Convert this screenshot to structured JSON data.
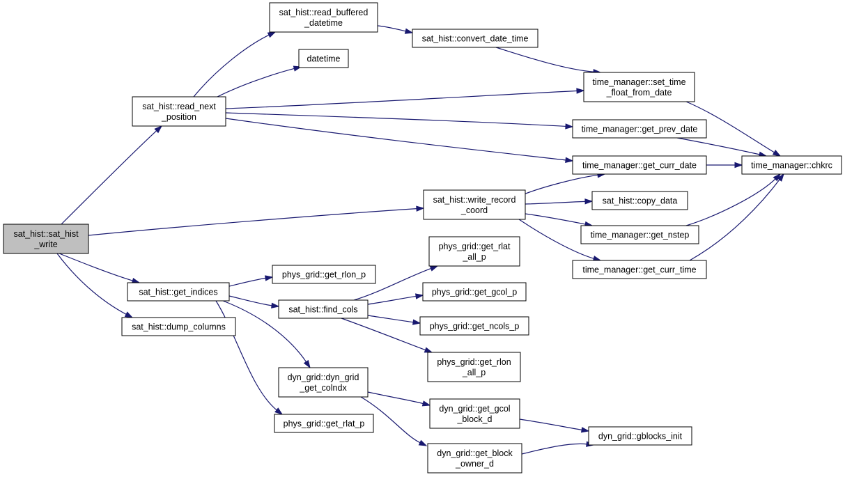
{
  "nodes": [
    {
      "id": "sat_hist_write",
      "lines": [
        "sat_hist::sat_hist",
        "_write"
      ],
      "root": true
    },
    {
      "id": "read_next_position",
      "lines": [
        "sat_hist::read_next",
        "_position"
      ]
    },
    {
      "id": "read_buffered_datetime",
      "lines": [
        "sat_hist::read_buffered",
        "_datetime"
      ]
    },
    {
      "id": "datetime",
      "lines": [
        "datetime"
      ]
    },
    {
      "id": "convert_date_time",
      "lines": [
        "sat_hist::convert_date_time"
      ]
    },
    {
      "id": "set_time_float_from_date",
      "lines": [
        "time_manager::set_time",
        "_float_from_date"
      ]
    },
    {
      "id": "get_prev_date",
      "lines": [
        "time_manager::get_prev_date"
      ]
    },
    {
      "id": "get_curr_date",
      "lines": [
        "time_manager::get_curr_date"
      ]
    },
    {
      "id": "chkrc",
      "lines": [
        "time_manager::chkrc"
      ]
    },
    {
      "id": "write_record_coord",
      "lines": [
        "sat_hist::write_record",
        "_coord"
      ]
    },
    {
      "id": "copy_data",
      "lines": [
        "sat_hist::copy_data"
      ]
    },
    {
      "id": "get_nstep",
      "lines": [
        "time_manager::get_nstep"
      ]
    },
    {
      "id": "get_curr_time",
      "lines": [
        "time_manager::get_curr_time"
      ]
    },
    {
      "id": "get_indices",
      "lines": [
        "sat_hist::get_indices"
      ]
    },
    {
      "id": "dump_columns",
      "lines": [
        "sat_hist::dump_columns"
      ]
    },
    {
      "id": "get_rlon_p",
      "lines": [
        "phys_grid::get_rlon_p"
      ]
    },
    {
      "id": "find_cols",
      "lines": [
        "sat_hist::find_cols"
      ]
    },
    {
      "id": "get_rlat_all_p",
      "lines": [
        "phys_grid::get_rlat",
        "_all_p"
      ]
    },
    {
      "id": "get_gcol_p",
      "lines": [
        "phys_grid::get_gcol_p"
      ]
    },
    {
      "id": "get_ncols_p",
      "lines": [
        "phys_grid::get_ncols_p"
      ]
    },
    {
      "id": "get_rlon_all_p",
      "lines": [
        "phys_grid::get_rlon",
        "_all_p"
      ]
    },
    {
      "id": "dyn_grid_get_colndx",
      "lines": [
        "dyn_grid::dyn_grid",
        "_get_colndx"
      ]
    },
    {
      "id": "get_rlat_p",
      "lines": [
        "phys_grid::get_rlat_p"
      ]
    },
    {
      "id": "get_gcol_block_d",
      "lines": [
        "dyn_grid::get_gcol",
        "_block_d"
      ]
    },
    {
      "id": "get_block_owner_d",
      "lines": [
        "dyn_grid::get_block",
        "_owner_d"
      ]
    },
    {
      "id": "gblocks_init",
      "lines": [
        "dyn_grid::gblocks_init"
      ]
    }
  ],
  "edges": [
    [
      "sat_hist_write",
      "read_next_position"
    ],
    [
      "sat_hist_write",
      "write_record_coord"
    ],
    [
      "sat_hist_write",
      "get_indices"
    ],
    [
      "sat_hist_write",
      "dump_columns"
    ],
    [
      "read_next_position",
      "read_buffered_datetime"
    ],
    [
      "read_next_position",
      "datetime"
    ],
    [
      "read_next_position",
      "set_time_float_from_date"
    ],
    [
      "read_next_position",
      "get_prev_date"
    ],
    [
      "read_next_position",
      "get_curr_date"
    ],
    [
      "read_buffered_datetime",
      "convert_date_time"
    ],
    [
      "convert_date_time",
      "set_time_float_from_date"
    ],
    [
      "set_time_float_from_date",
      "chkrc"
    ],
    [
      "get_prev_date",
      "chkrc"
    ],
    [
      "get_curr_date",
      "chkrc"
    ],
    [
      "write_record_coord",
      "get_curr_date"
    ],
    [
      "write_record_coord",
      "copy_data"
    ],
    [
      "write_record_coord",
      "get_nstep"
    ],
    [
      "write_record_coord",
      "get_curr_time"
    ],
    [
      "get_nstep",
      "chkrc"
    ],
    [
      "get_curr_time",
      "chkrc"
    ],
    [
      "get_indices",
      "get_rlon_p"
    ],
    [
      "get_indices",
      "find_cols"
    ],
    [
      "get_indices",
      "dyn_grid_get_colndx"
    ],
    [
      "get_indices",
      "get_rlat_p"
    ],
    [
      "find_cols",
      "get_rlat_all_p"
    ],
    [
      "find_cols",
      "get_gcol_p"
    ],
    [
      "find_cols",
      "get_ncols_p"
    ],
    [
      "find_cols",
      "get_rlon_all_p"
    ],
    [
      "dyn_grid_get_colndx",
      "get_gcol_block_d"
    ],
    [
      "dyn_grid_get_colndx",
      "get_block_owner_d"
    ],
    [
      "get_gcol_block_d",
      "gblocks_init"
    ],
    [
      "get_block_owner_d",
      "gblocks_init"
    ]
  ]
}
